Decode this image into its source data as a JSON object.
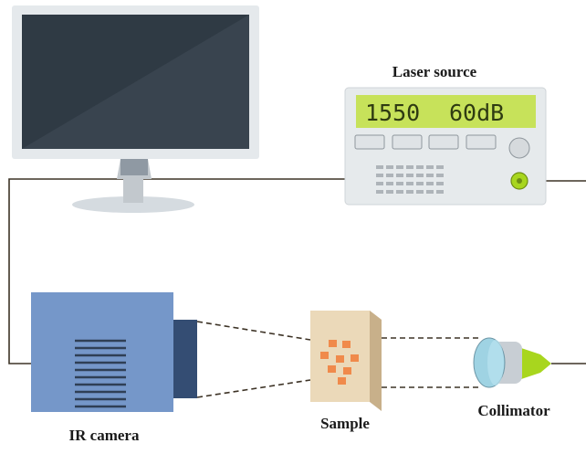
{
  "labels": {
    "laser_source": "Laser source",
    "ir_camera": "IR camera",
    "sample": "Sample",
    "collimator": "Collimator"
  },
  "laser_display": {
    "wavelength": "1550",
    "power": "60dB"
  },
  "colors": {
    "monitor_frame": "#e5e9ec",
    "monitor_screen": "#2f3a44",
    "laser_body": "#e6eaec",
    "lcd_screen": "#c7e25a",
    "lcd_text": "#2f3b12",
    "camera_body": "#7597c9",
    "camera_lens": "#344d73",
    "sample_face": "#ebd9b9",
    "sample_dots": "#f08a4b",
    "collimator_lens": "#9fd3e3",
    "collimator_body": "#c8ced4",
    "collimator_tip": "#a8d61e",
    "wire": "#3d3326"
  },
  "icons": {
    "monitor": "monitor-icon",
    "laser": "laser-source-icon",
    "camera": "ir-camera-icon",
    "sample": "sample-icon",
    "collimator": "collimator-icon"
  }
}
